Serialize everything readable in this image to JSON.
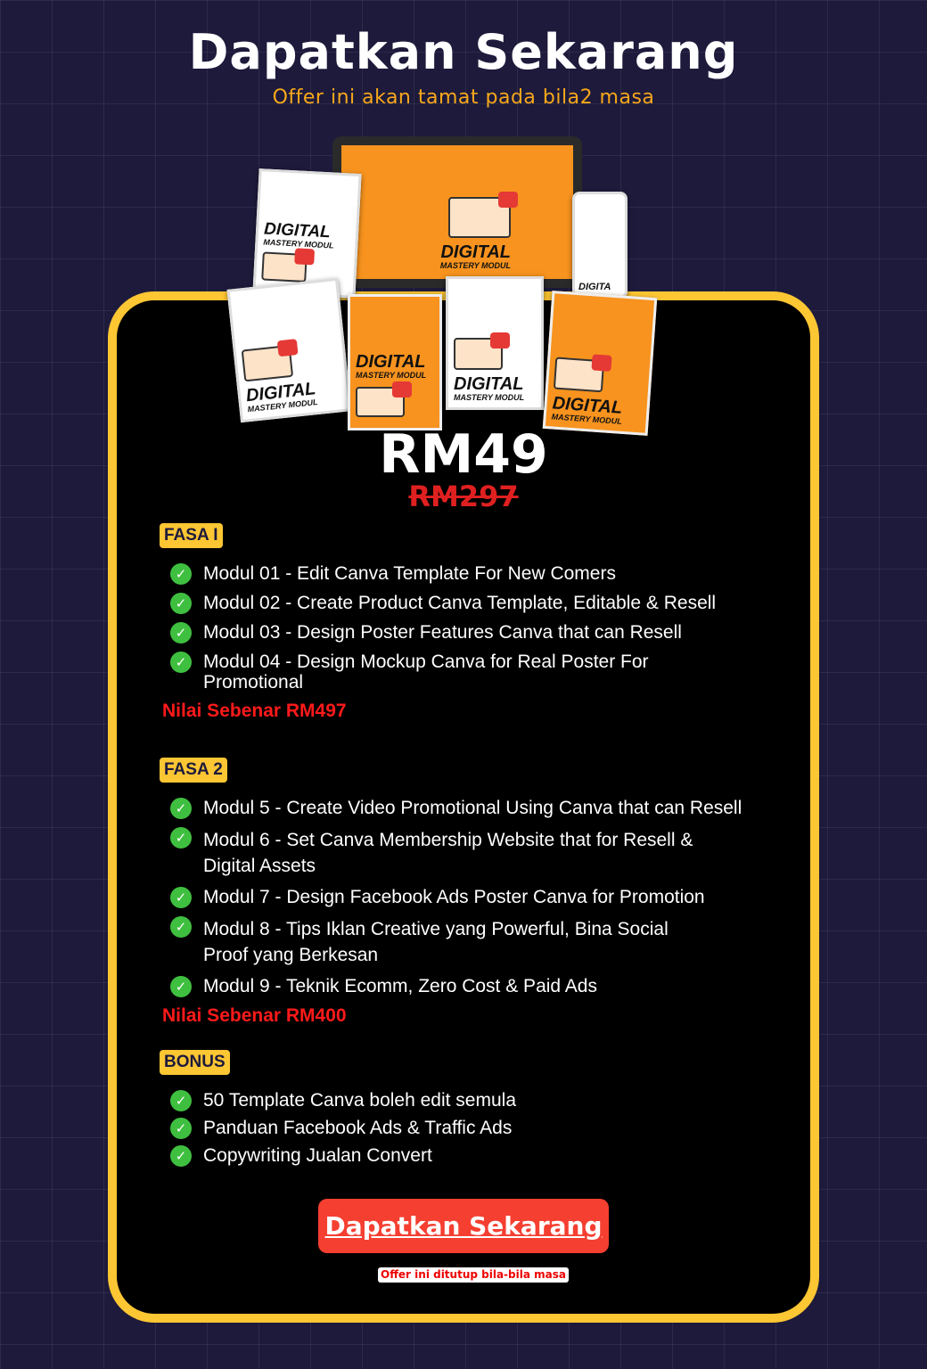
{
  "header": {
    "title": "Dapatkan Sekarang",
    "subtitle": "Offer ini akan tamat pada bila2 masa"
  },
  "product_image": {
    "title": "DIGITAL",
    "subtitle": "MASTERY MODUL"
  },
  "pricing": {
    "price": "RM49",
    "original_price": "RM297"
  },
  "sections": [
    {
      "badge": "FASA I",
      "items": [
        "Modul 01 - Edit Canva Template For New Comers",
        "Modul 02 - Create Product Canva Template, Editable & Resell",
        "Modul 03 - Design Poster Features Canva that can Resell",
        "Modul 04 - Design Mockup Canva for Real Poster For Promotional"
      ],
      "value": "Nilai Sebenar RM497"
    },
    {
      "badge": "FASA 2",
      "items": [
        "Modul 5 - Create Video Promotional Using Canva that can Resell",
        "Modul 6 - Set Canva Membership Website that for Resell & Digital Assets",
        "Modul 7 - Design Facebook Ads Poster Canva for Promotion",
        "Modul 8 - Tips Iklan Creative yang Powerful, Bina Social Proof yang Berkesan",
        "Modul 9 - Teknik Ecomm, Zero Cost & Paid Ads"
      ],
      "value": "Nilai Sebenar RM400"
    },
    {
      "badge": "BONUS",
      "items": [
        "50 Template Canva boleh edit semula",
        "Panduan Facebook Ads & Traffic Ads",
        "Copywriting Jualan Convert"
      ]
    }
  ],
  "cta": {
    "label": "Dapatkan Sekarang",
    "note": "Offer ini ditutup bila-bila masa"
  },
  "colors": {
    "background": "#1d1a3b",
    "accent": "#fdc633",
    "cta": "#f53f31",
    "value": "#ff1a1a"
  }
}
